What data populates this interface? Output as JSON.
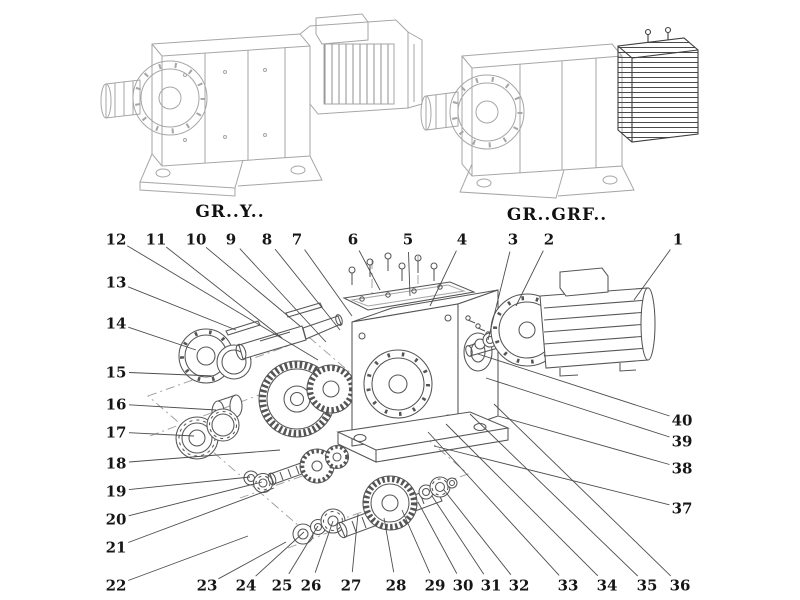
{
  "page": {
    "background": "#ffffff",
    "ink": "#4d4d4d",
    "light_ink": "#a6a6a6",
    "callout_color": "#161616"
  },
  "labels": {
    "left_variant": "GR..Y..",
    "right_variant": "GR..GRF.."
  },
  "diagram": {
    "type": "exploded-parts-diagram",
    "views": [
      {
        "name": "assembled-gearmotor",
        "label": "GR..Y.."
      },
      {
        "name": "assembled-gearmotor-flange",
        "label": "GR..GRF.."
      },
      {
        "name": "exploded-view",
        "label": ""
      }
    ],
    "callouts": [
      {
        "n": "1",
        "label": [
          678,
          239
        ],
        "target": [
          634,
          300
        ]
      },
      {
        "n": "2",
        "label": [
          549,
          239
        ],
        "target": [
          516,
          306
        ]
      },
      {
        "n": "3",
        "label": [
          513,
          239
        ],
        "target": [
          488,
          340
        ]
      },
      {
        "n": "4",
        "label": [
          462,
          239
        ],
        "target": [
          430,
          306
        ]
      },
      {
        "n": "5",
        "label": [
          408,
          239
        ],
        "target": [
          410,
          296
        ]
      },
      {
        "n": "6",
        "label": [
          353,
          239
        ],
        "target": [
          380,
          290
        ]
      },
      {
        "n": "7",
        "label": [
          297,
          239
        ],
        "target": [
          352,
          316
        ]
      },
      {
        "n": "8",
        "label": [
          267,
          239
        ],
        "target": [
          340,
          330
        ]
      },
      {
        "n": "9",
        "label": [
          231,
          239
        ],
        "target": [
          326,
          342
        ]
      },
      {
        "n": "10",
        "label": [
          196,
          239
        ],
        "target": [
          300,
          326
        ]
      },
      {
        "n": "11",
        "label": [
          156,
          239
        ],
        "target": [
          282,
          338
        ]
      },
      {
        "n": "12",
        "label": [
          116,
          239
        ],
        "target": [
          318,
          360
        ]
      },
      {
        "n": "13",
        "label": [
          116,
          282
        ],
        "target": [
          236,
          330
        ]
      },
      {
        "n": "14",
        "label": [
          116,
          323
        ],
        "target": [
          196,
          350
        ]
      },
      {
        "n": "15",
        "label": [
          116,
          372
        ],
        "target": [
          214,
          376
        ]
      },
      {
        "n": "16",
        "label": [
          116,
          404
        ],
        "target": [
          216,
          410
        ]
      },
      {
        "n": "17",
        "label": [
          116,
          432
        ],
        "target": [
          194,
          436
        ]
      },
      {
        "n": "18",
        "label": [
          116,
          463
        ],
        "target": [
          280,
          450
        ]
      },
      {
        "n": "19",
        "label": [
          116,
          491
        ],
        "target": [
          250,
          477
        ]
      },
      {
        "n": "20",
        "label": [
          116,
          519
        ],
        "target": [
          262,
          482
        ]
      },
      {
        "n": "21",
        "label": [
          116,
          547
        ],
        "target": [
          274,
          488
        ]
      },
      {
        "n": "22",
        "label": [
          116,
          585
        ],
        "target": [
          248,
          536
        ]
      },
      {
        "n": "23",
        "label": [
          207,
          585
        ],
        "target": [
          286,
          542
        ]
      },
      {
        "n": "24",
        "label": [
          246,
          585
        ],
        "target": [
          304,
          532
        ]
      },
      {
        "n": "25",
        "label": [
          282,
          585
        ],
        "target": [
          318,
          526
        ]
      },
      {
        "n": "26",
        "label": [
          311,
          585
        ],
        "target": [
          333,
          521
        ]
      },
      {
        "n": "27",
        "label": [
          351,
          585
        ],
        "target": [
          358,
          514
        ]
      },
      {
        "n": "28",
        "label": [
          396,
          585
        ],
        "target": [
          384,
          518
        ]
      },
      {
        "n": "29",
        "label": [
          435,
          585
        ],
        "target": [
          402,
          510
        ]
      },
      {
        "n": "30",
        "label": [
          463,
          585
        ],
        "target": [
          418,
          502
        ]
      },
      {
        "n": "31",
        "label": [
          491,
          585
        ],
        "target": [
          432,
          496
        ]
      },
      {
        "n": "32",
        "label": [
          519,
          585
        ],
        "target": [
          444,
          490
        ]
      },
      {
        "n": "33",
        "label": [
          568,
          585
        ],
        "target": [
          428,
          432
        ]
      },
      {
        "n": "34",
        "label": [
          607,
          585
        ],
        "target": [
          446,
          424
        ]
      },
      {
        "n": "35",
        "label": [
          647,
          585
        ],
        "target": [
          470,
          414
        ]
      },
      {
        "n": "36",
        "label": [
          680,
          585
        ],
        "target": [
          494,
          404
        ]
      },
      {
        "n": "37",
        "label": [
          682,
          508
        ],
        "target": [
          434,
          446
        ]
      },
      {
        "n": "38",
        "label": [
          682,
          468
        ],
        "target": [
          498,
          416
        ]
      },
      {
        "n": "39",
        "label": [
          682,
          441
        ],
        "target": [
          486,
          378
        ]
      },
      {
        "n": "40",
        "label": [
          682,
          420
        ],
        "target": [
          478,
          354
        ]
      }
    ]
  }
}
